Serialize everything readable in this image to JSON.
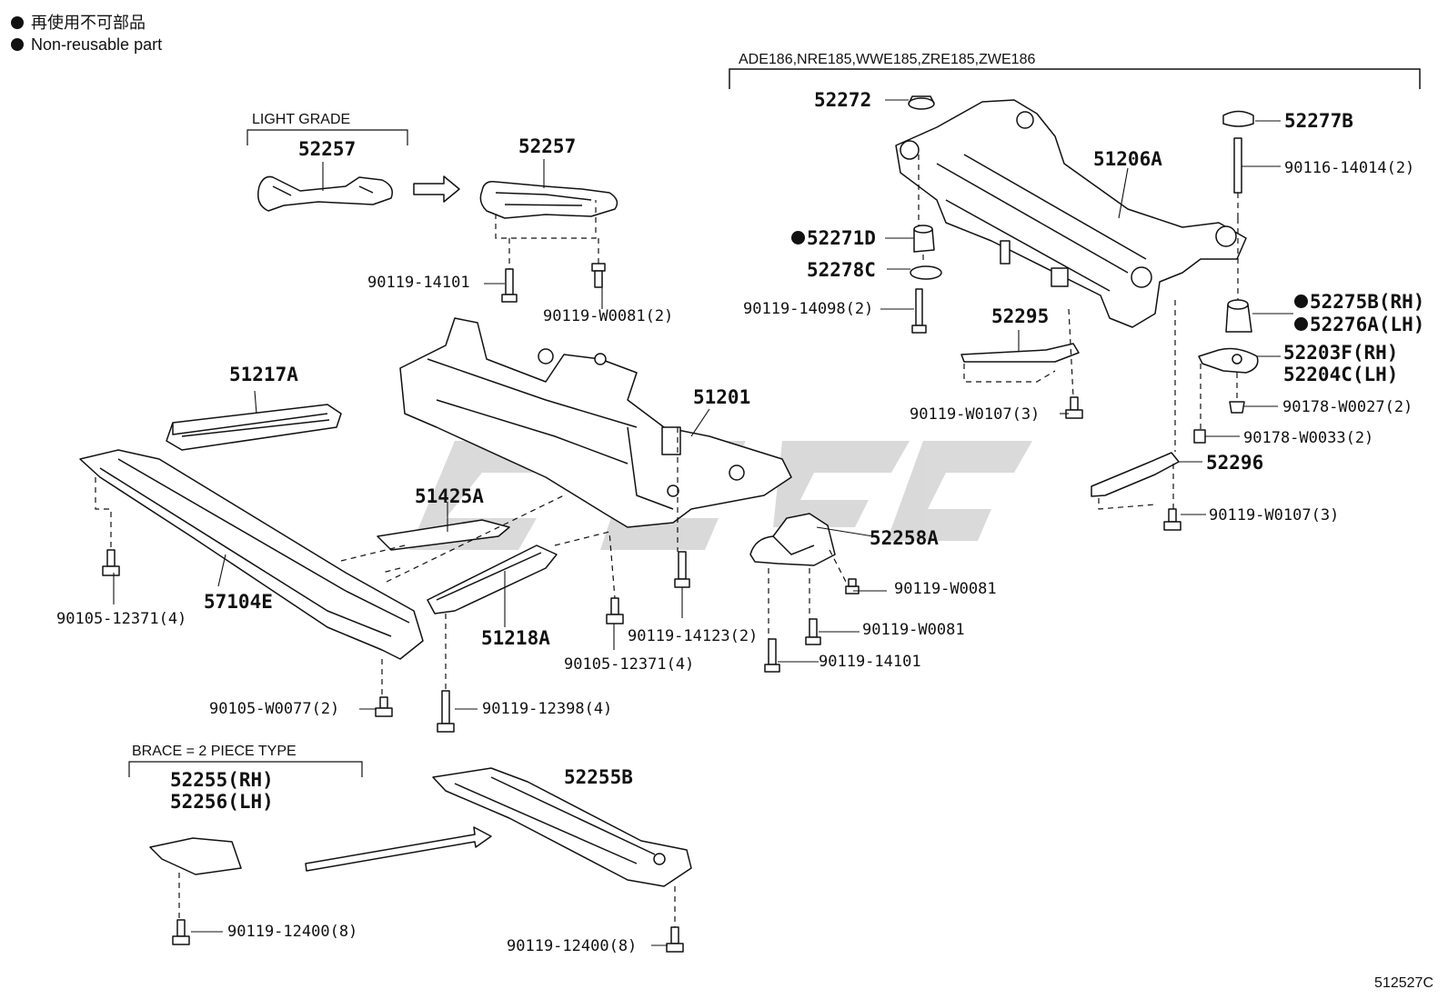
{
  "legend": {
    "jp": "再使用不可部品",
    "en": "Non-reusable part"
  },
  "groups": {
    "models": "ADE186,NRE185,WWE185,ZRE185,ZWE186",
    "light_grade": "LIGHT GRADE",
    "brace": "BRACE = 2 PIECE TYPE"
  },
  "parts": {
    "p52257_a": "52257",
    "p52257_b": "52257",
    "p90119_14101_a": "90119-14101",
    "p90119_W0081_2": "90119-W0081(2)",
    "p51217A": "51217A",
    "p51201": "51201",
    "p51425A": "51425A",
    "p57104E": "57104E",
    "p51218A": "51218A",
    "p52258A": "52258A",
    "p90105_12371_a": "90105-12371(4)",
    "p90105_12371_b": "90105-12371(4)",
    "p90119_14123": "90119-14123(2)",
    "p90119_W0081_a": "90119-W0081",
    "p90119_W0081_b": "90119-W0081",
    "p90119_14101_b": "90119-14101",
    "p90105_W0077": "90105-W0077(2)",
    "p90119_12398": "90119-12398(4)",
    "p52255": "52255(RH)",
    "p52256": "52256(LH)",
    "p52255B": "52255B",
    "p90119_12400_a": "90119-12400(8)",
    "p90119_12400_b": "90119-12400(8)",
    "p52272": "52272",
    "p52271D": "52271D",
    "p52278C": "52278C",
    "p90119_14098": "90119-14098(2)",
    "p52295": "52295",
    "p90119_W0107_a": "90119-W0107(3)",
    "p51206A": "51206A",
    "p52277B": "52277B",
    "p90116_14014": "90116-14014(2)",
    "p52275B": "52275B(RH)",
    "p52276A": "52276A(LH)",
    "p52203F": "52203F(RH)",
    "p52204C": "52204C(LH)",
    "p90178_W0027": "90178-W0027(2)",
    "p90178_W0033": "90178-W0033(2)",
    "p52296": "52296",
    "p90119_W0107_b": "90119-W0107(3)"
  },
  "diagram_code": "512527C"
}
